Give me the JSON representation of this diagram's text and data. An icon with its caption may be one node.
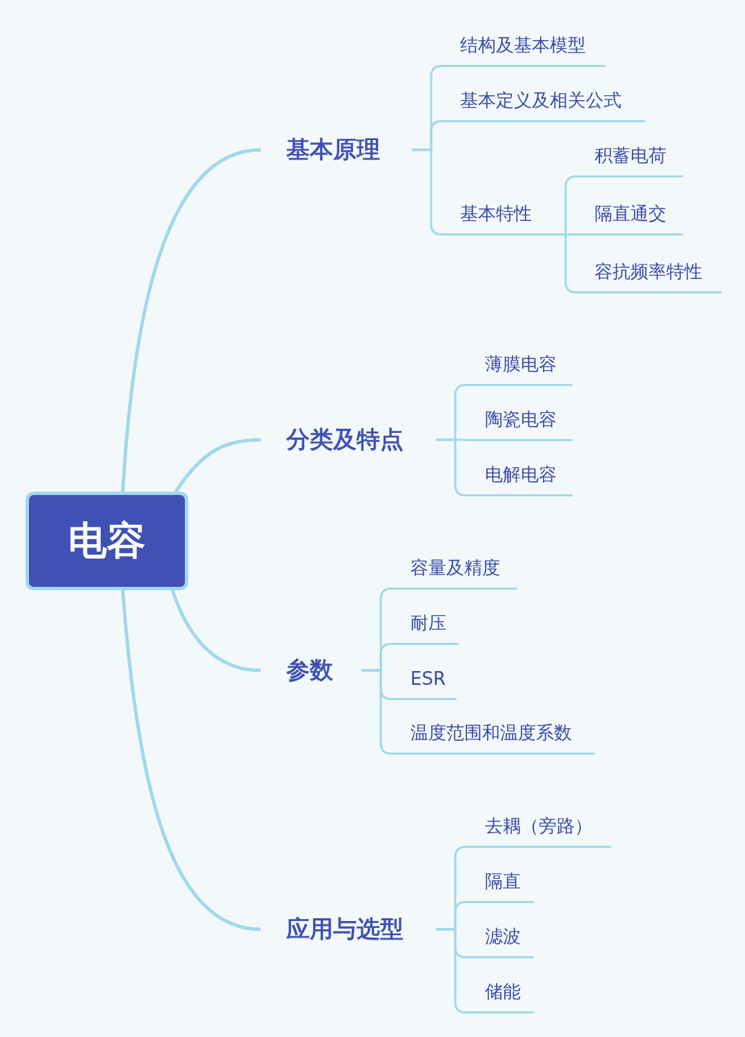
{
  "diagram": {
    "nodes": [
      {
        "text": [
          "电容"
        ]
      },
      {
        "text": [
          "基本原理"
        ]
      },
      {
        "text": [
          "结构及基本模型"
        ]
      },
      {
        "text": [
          "基本定义及相关公式"
        ]
      },
      {
        "text": [
          "基本特性"
        ]
      },
      {
        "text": [
          "积蓄电荷"
        ]
      },
      {
        "text": [
          "隔直通交"
        ]
      },
      {
        "text": [
          "容抗频率特性"
        ]
      },
      {
        "text": [
          "分类及特点"
        ]
      },
      {
        "text": [
          "薄膜电容"
        ]
      },
      {
        "text": [
          "陶瓷电容"
        ]
      },
      {
        "text": [
          "电解电容"
        ]
      },
      {
        "text": [
          "参数"
        ]
      },
      {
        "text": [
          "容量及精度"
        ]
      },
      {
        "text": [
          "耐压"
        ]
      },
      {
        "text": [
          "ESR"
        ]
      },
      {
        "text": [
          "温度范围和温度系数"
        ]
      },
      {
        "text": [
          "应用与选型"
        ]
      },
      {
        "text": [
          "去耦（旁路）"
        ]
      },
      {
        "text": [
          "隔直"
        ]
      },
      {
        "text": [
          "滤波"
        ]
      },
      {
        "text": [
          "储能"
        ]
      }
    ],
    "edges": [
      {
        "from": 0,
        "to": 1,
        "arrow": "none"
      },
      {
        "from": 0,
        "to": 8,
        "arrow": "none"
      },
      {
        "from": 0,
        "to": 12,
        "arrow": "none"
      },
      {
        "from": 0,
        "to": 17,
        "arrow": "none"
      },
      {
        "from": 1,
        "to": 2,
        "arrow": "none"
      },
      {
        "from": 1,
        "to": 3,
        "arrow": "none"
      },
      {
        "from": 1,
        "to": 4,
        "arrow": "none"
      },
      {
        "from": 4,
        "to": 5,
        "arrow": "none"
      },
      {
        "from": 4,
        "to": 6,
        "arrow": "none"
      },
      {
        "from": 4,
        "to": 7,
        "arrow": "none"
      },
      {
        "from": 8,
        "to": 9,
        "arrow": "none"
      },
      {
        "from": 8,
        "to": 10,
        "arrow": "none"
      },
      {
        "from": 8,
        "to": 11,
        "arrow": "none"
      },
      {
        "from": 12,
        "to": 13,
        "arrow": "none"
      },
      {
        "from": 12,
        "to": 14,
        "arrow": "none"
      },
      {
        "from": 12,
        "to": 15,
        "arrow": "none"
      },
      {
        "from": 12,
        "to": 16,
        "arrow": "none"
      },
      {
        "from": 17,
        "to": 18,
        "arrow": "none"
      },
      {
        "from": 17,
        "to": 19,
        "arrow": "none"
      },
      {
        "from": 17,
        "to": 20,
        "arrow": "none"
      },
      {
        "from": 17,
        "to": 21,
        "arrow": "none"
      }
    ]
  }
}
